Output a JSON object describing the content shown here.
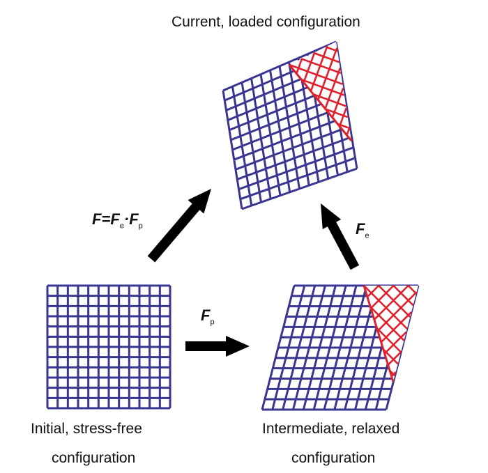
{
  "labels": {
    "current": "Current, loaded configuration",
    "initial_line1": "Initial, stress-free",
    "initial_line2": "configuration",
    "intermediate_line1": "Intermediate, relaxed",
    "intermediate_line2": "configuration"
  },
  "math": {
    "total_F": "F",
    "total_eq": "=",
    "total_Fe": "F",
    "total_e_sub": "e",
    "total_dot": "·",
    "total_Fp": "F",
    "total_p_sub": "p",
    "fp_F": "F",
    "fp_sub": "p",
    "fe_F": "F",
    "fe_sub": "e"
  },
  "colors": {
    "grid": "#3a3591",
    "red": "#e0202a",
    "arrow": "#000000"
  },
  "grid_cells": 12
}
